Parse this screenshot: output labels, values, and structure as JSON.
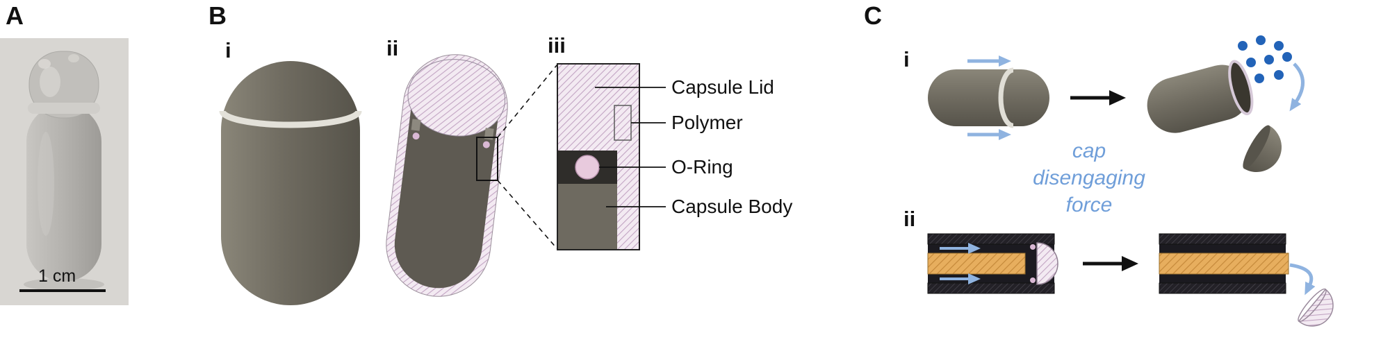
{
  "panels": {
    "a": {
      "label": "A",
      "scale_label": "1 cm"
    },
    "b": {
      "label": "B",
      "subpanels": {
        "i": "i",
        "ii": "ii",
        "iii": "iii"
      },
      "annotations": {
        "capsule_lid": "Capsule Lid",
        "polymer": "Polymer",
        "o_ring": "O-Ring",
        "capsule_body": "Capsule Body"
      }
    },
    "c": {
      "label": "C",
      "subpanels": {
        "i": "i",
        "ii": "ii"
      },
      "force_label": {
        "line1": "cap",
        "line2": "disengaging",
        "line3": "force"
      }
    }
  },
  "colors": {
    "capsule_gray": "#6f6b60",
    "capsule_band": "#e3e1d9",
    "hatch_pink_bg": "#f3eaf2",
    "hatch_pink_line": "#c2a4c3",
    "hatch_dark_bg": "#232127",
    "rod_orange": "#e7ae5e",
    "arrow_blue": "#8fb3e0",
    "force_text_blue": "#6f9ed9",
    "release_dot_blue": "#2263b8",
    "black": "#111111",
    "photo_background": "#d8d6d2"
  }
}
